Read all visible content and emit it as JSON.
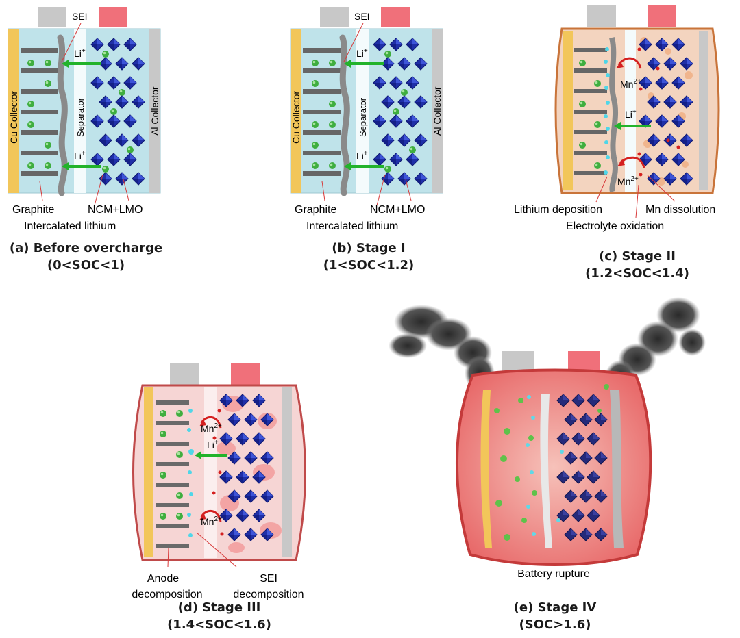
{
  "panels": {
    "a": {
      "labels": {
        "sei": "SEI",
        "li_ion": "Li",
        "ion_charge": "+",
        "separator": "Separator",
        "cu_collector": "Cu Collector",
        "al_collector": "Al Collector",
        "graphite": "Graphite",
        "ncm_lmo": "NCM+LMO",
        "intercalated": "Intercalated lithium"
      },
      "caption": {
        "line1": "(a) Before overcharge",
        "line2": "(0<SOC<1)"
      }
    },
    "b": {
      "labels": {
        "sei": "SEI",
        "li_ion": "Li",
        "ion_charge": "+",
        "separator": "Separator",
        "cu_collector": "Cu Collector",
        "al_collector": "Al Collector",
        "graphite": "Graphite",
        "ncm_lmo": "NCM+LMO",
        "intercalated": "Intercalated lithium"
      },
      "caption": {
        "line1": "(b) Stage I",
        "line2": "(1<SOC<1.2)"
      }
    },
    "c": {
      "labels": {
        "mn_ion": "Mn",
        "mn_charge": "2+",
        "li_ion": "Li",
        "ion_charge": "+",
        "lithium_deposition": "Lithium deposition",
        "mn_dissolution": "Mn dissolution",
        "electrolyte_oxidation": "Electrolyte oxidation"
      },
      "caption": {
        "line1": "(c) Stage II",
        "line2": "(1.2<SOC<1.4)"
      }
    },
    "d": {
      "labels": {
        "mn_ion": "Mn",
        "mn_charge": "2+",
        "li_ion": "Li",
        "ion_charge": "+",
        "anode_decomp_1": "Anode",
        "anode_decomp_2": "decomposition",
        "sei_decomp_1": "SEI",
        "sei_decomp_2": "decomposition"
      },
      "caption": {
        "line1": "(d) Stage III",
        "line2": "(1.4<SOC<1.6)"
      }
    },
    "e": {
      "labels": {
        "battery_rupture": "Battery rupture"
      },
      "caption": {
        "line1": "(e) Stage IV",
        "line2": "(SOC>1.6)"
      }
    }
  },
  "colors": {
    "electrolyte": "#bfe3ea",
    "cathode_crystal": "#1f2fa8",
    "lithium_sphere": "#3fae3f",
    "cu_collector": "#f2c65a",
    "al_collector": "#c8c8c8",
    "negative_tab": "#c8c8c8",
    "positive_tab": "#f0707a",
    "li_arrow": "#22b32b",
    "mn_arrow": "#d42020",
    "smoke": "#3a3a3a"
  }
}
